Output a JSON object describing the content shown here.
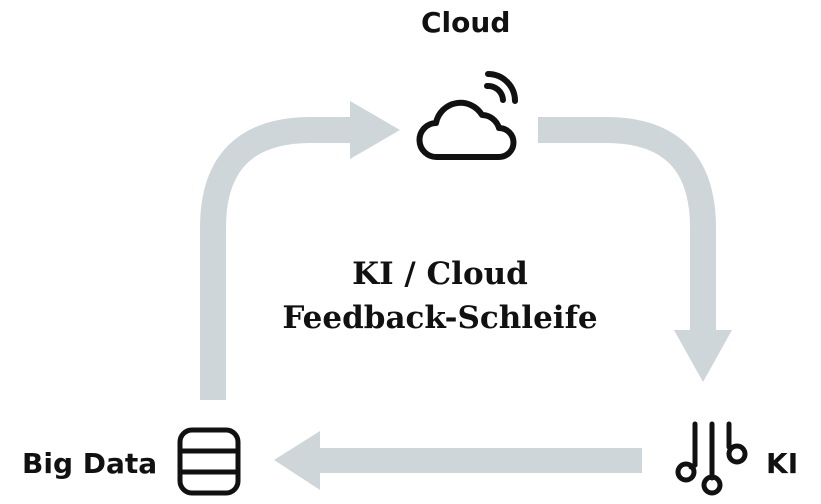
{
  "nodes": {
    "cloud": {
      "label": "Cloud",
      "icon": "cloud-icon"
    },
    "big_data": {
      "label": "Big Data",
      "icon": "database-icon"
    },
    "ki": {
      "label": "KI",
      "icon": "circuit-icon"
    }
  },
  "center": {
    "line1": "KI / Cloud",
    "line2": "Feedback-Schleife"
  },
  "colors": {
    "arrow": "#cfd6da",
    "icon": "#111111",
    "text": "#111111",
    "background": "#ffffff"
  }
}
